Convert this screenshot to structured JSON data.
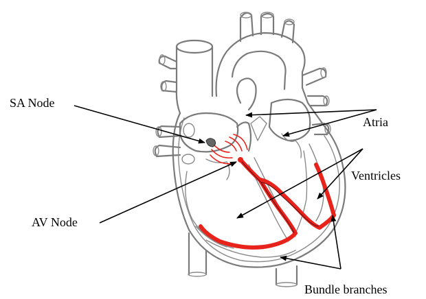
{
  "labels": {
    "sa_node": "SA Node",
    "atria": "Atria",
    "ventricles": "Ventricles",
    "av_node": "AV Node",
    "bundle_branches": "Bundle branches"
  },
  "colors": {
    "conduction_path": "#e8231c",
    "outline": "#7a7a7a",
    "pointer": "#000000"
  }
}
